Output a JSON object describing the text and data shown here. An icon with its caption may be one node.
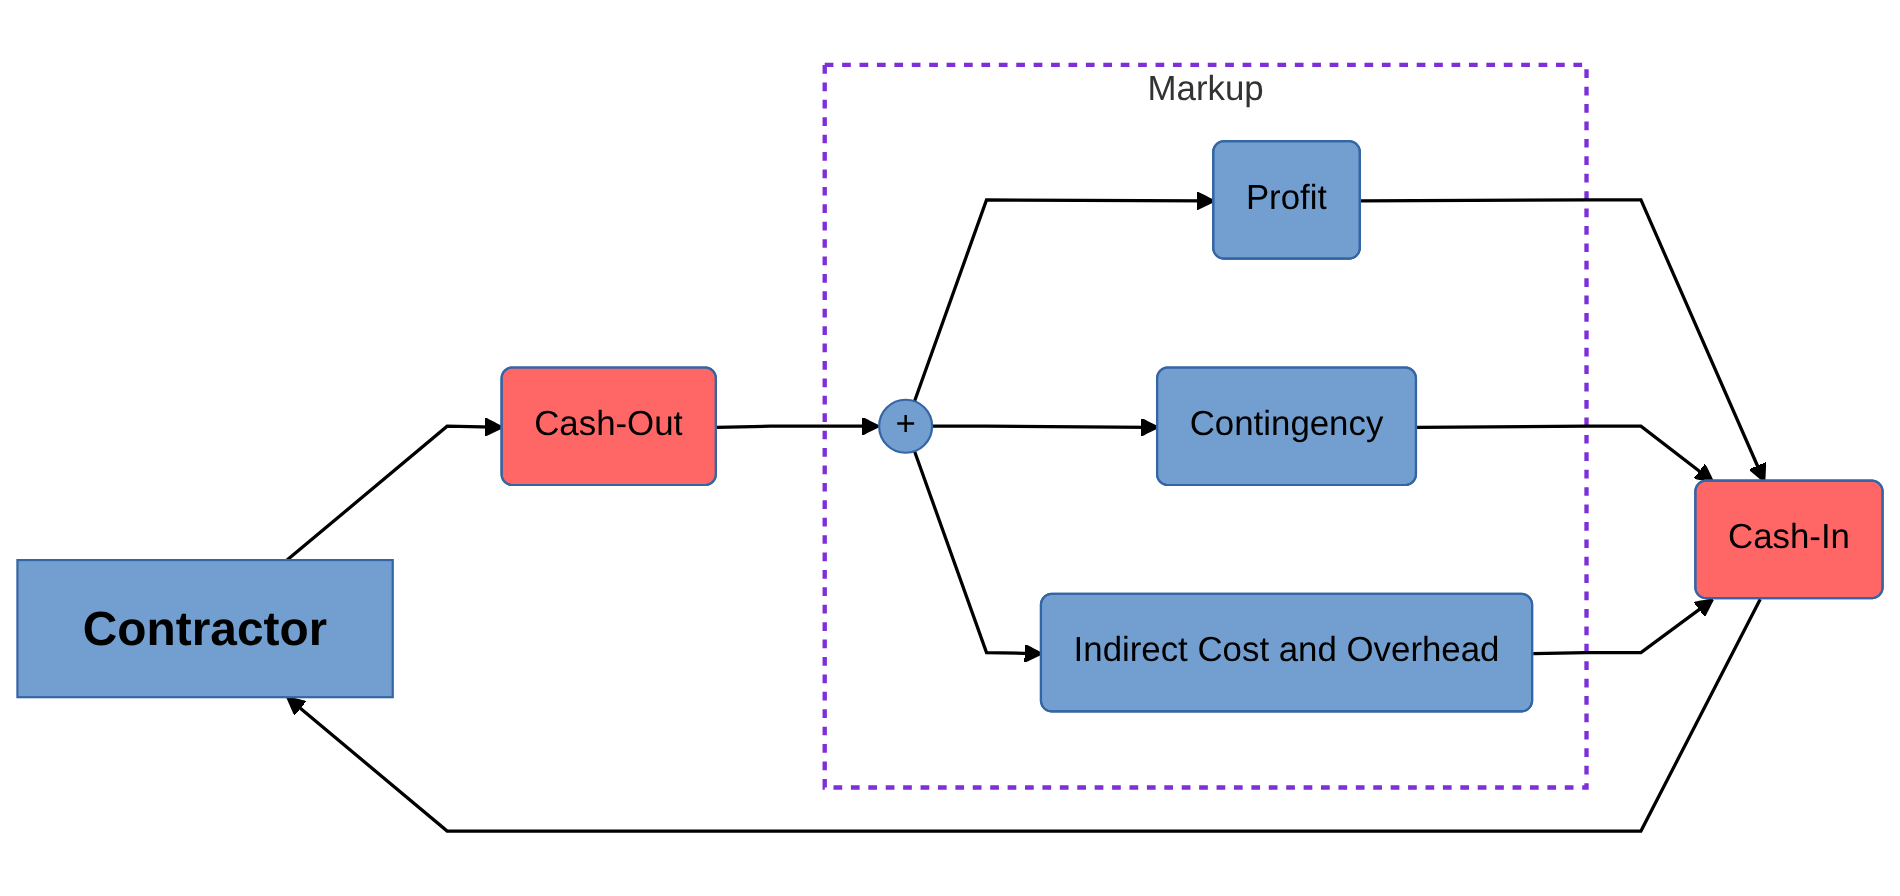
{
  "diagram": {
    "nodes": [
      {
        "text": [
          "Contractor"
        ]
      },
      {
        "text": [
          "Cash-Out"
        ]
      },
      {
        "text": [
          "Markup"
        ]
      },
      {
        "text": [
          "+"
        ],
        "in": 2
      },
      {
        "text": [
          "Profit"
        ],
        "in": 2
      },
      {
        "text": [
          "Contingency"
        ],
        "in": 2
      },
      {
        "text": [
          "Indirect Cost and Overhead"
        ],
        "in": 2
      },
      {
        "text": [
          "Cash-In"
        ]
      }
    ],
    "edges": [
      {
        "from": 0,
        "to": 1,
        "arrow": "to"
      },
      {
        "from": 1,
        "to": 3,
        "arrow": "to"
      },
      {
        "from": 3,
        "to": 4,
        "arrow": "to"
      },
      {
        "from": 3,
        "to": 5,
        "arrow": "to"
      },
      {
        "from": 3,
        "to": 6,
        "arrow": "to"
      },
      {
        "from": 4,
        "to": 7,
        "arrow": "to"
      },
      {
        "from": 5,
        "to": 7,
        "arrow": "to"
      },
      {
        "from": 6,
        "to": 7,
        "arrow": "to"
      },
      {
        "from": 7,
        "to": 0,
        "arrow": "to"
      }
    ]
  }
}
